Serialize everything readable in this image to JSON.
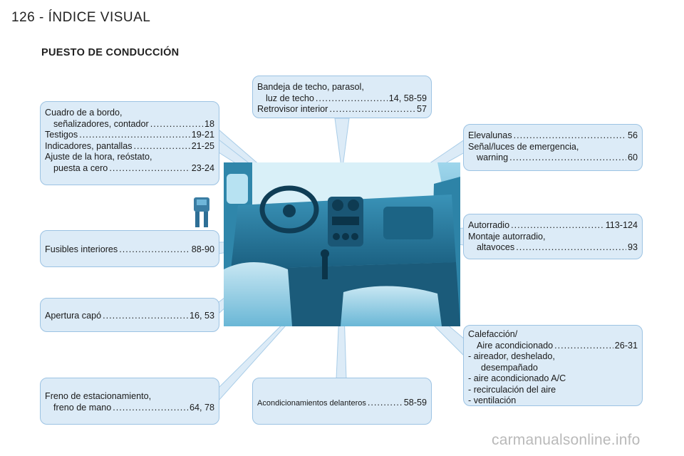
{
  "header": {
    "page_number": "126",
    "separator": "-",
    "title": "ÍNDICE VISUAL"
  },
  "section_title": "PUESTO DE CONDUCCIÓN",
  "callouts": {
    "instrumentos": [
      {
        "label": "Cuadro de a bordo,",
        "page": ""
      },
      {
        "label": "señalizadores, contador",
        "page": "18"
      },
      {
        "label": "Testigos",
        "page": "19-21"
      },
      {
        "label": "Indicadores, pantallas",
        "page": "21-25"
      },
      {
        "label": "Ajuste de la hora, reóstato,",
        "page": ""
      },
      {
        "label": "puesta a cero",
        "page": "23-24"
      }
    ],
    "techo": [
      {
        "label": "Bandeja de techo, parasol,",
        "page": ""
      },
      {
        "label": "luz de techo",
        "page": "14, 58-59"
      },
      {
        "label": "Retrovisor interior",
        "page": "57"
      }
    ],
    "elevalunas": [
      {
        "label": "Elevalunas",
        "page": "56"
      },
      {
        "label": "Señal/luces de emergencia,",
        "page": ""
      },
      {
        "label": "warning",
        "page": "60"
      }
    ],
    "fusibles": [
      {
        "label": "Fusibles interiores",
        "page": "88-90"
      }
    ],
    "autorradio": [
      {
        "label": "Autorradio",
        "page": "113-124"
      },
      {
        "label": "Montaje autorradio,",
        "page": ""
      },
      {
        "label": "altavoces",
        "page": "93"
      }
    ],
    "capo": [
      {
        "label": "Apertura capó",
        "page": "16, 53"
      }
    ],
    "calefaccion": [
      {
        "label": "Calefacción/",
        "page": ""
      },
      {
        "label": "Aire acondicionado",
        "page": "26-31"
      },
      {
        "label": "- aireador, deshelado,",
        "page": ""
      },
      {
        "label": "desempañado",
        "page": ""
      },
      {
        "label": "- aire acondicionado A/C",
        "page": ""
      },
      {
        "label": "- recirculación del aire",
        "page": ""
      },
      {
        "label": "- ventilación",
        "page": ""
      }
    ],
    "freno": [
      {
        "label": "Freno de estacionamiento,",
        "page": ""
      },
      {
        "label": "freno de mano",
        "page": "64, 78"
      }
    ],
    "acondicionamientos": [
      {
        "label": "Acondicionamientos delanteros",
        "page": "58-59"
      }
    ]
  },
  "watermark": "carmanualsonline.info",
  "colors": {
    "callout_fill": "#dcebf7",
    "callout_border": "#9cc3e3",
    "leader_line": "#b8d8ef"
  }
}
